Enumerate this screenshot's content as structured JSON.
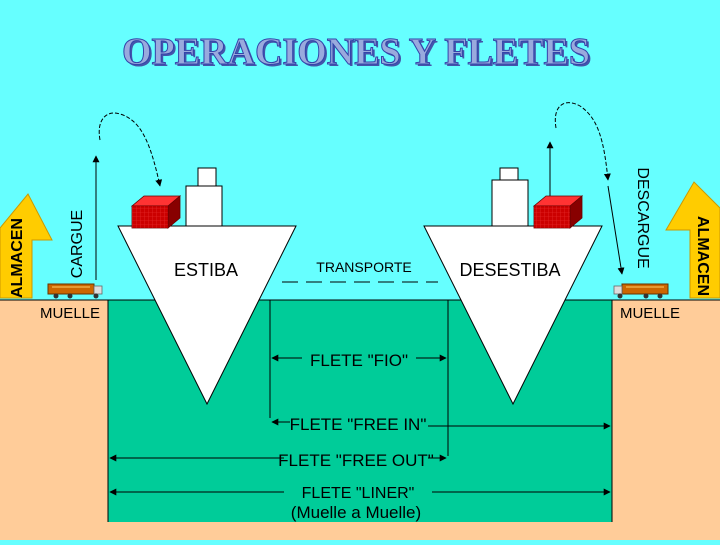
{
  "title": "OPERACIONES Y FLETES",
  "ops": {
    "cargue": "CARGUE",
    "descargue": "DESCARGUE",
    "almacen_left": "ALMACEN",
    "almacen_right": "ALMACEN",
    "muelle_left": "MUELLE",
    "muelle_right": "MUELLE",
    "estiba": "ESTIBA",
    "desestiba": "DESESTIBA",
    "transporte": "TRANSPORTE"
  },
  "fletes": {
    "fio": "FLETE \"FIO\"",
    "free_in": "FLETE \"FREE IN\"",
    "free_out": "FLETE \"FREE OUT\"",
    "liner": "FLETE \"LINER\"",
    "liner_sub": "(Muelle a Muelle)"
  },
  "colors": {
    "sky": "#66ffff",
    "water": "#00cc99",
    "land": "#ffcc99",
    "warehouse": "#ffcc00",
    "container": "#cc0000",
    "title": "#99aadd"
  }
}
